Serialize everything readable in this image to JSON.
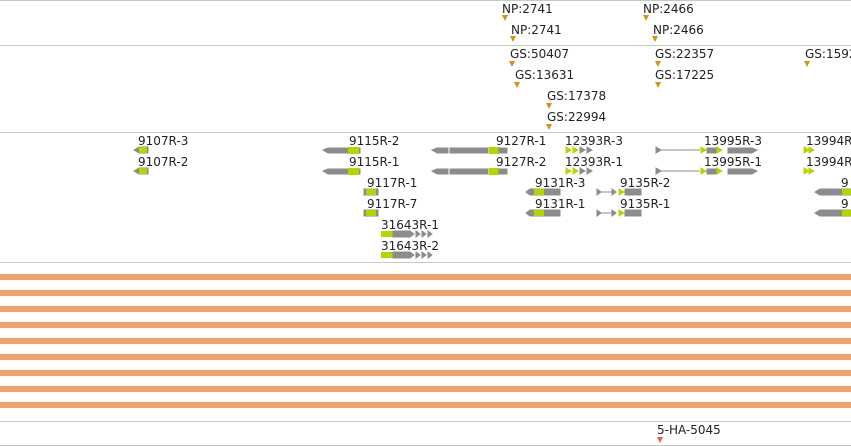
{
  "colors": {
    "separator": "#c8c8c8",
    "np_marker": "#d8901a",
    "gs_marker": "#d8901a",
    "gene_gray": "#8c8c8c",
    "gene_yellow": "#b8d400",
    "track_orange": "#f0a070",
    "ha_marker": "#e8603a"
  },
  "np_track": {
    "features": [
      {
        "label": "NP:2741"
      },
      {
        "label": "NP:2741"
      },
      {
        "label": "NP:2466"
      },
      {
        "label": "NP:2466"
      }
    ]
  },
  "gs_track": {
    "features": [
      {
        "label": "GS:50407"
      },
      {
        "label": "GS:13631"
      },
      {
        "label": "GS:17378"
      },
      {
        "label": "GS:22994"
      },
      {
        "label": "GS:22357"
      },
      {
        "label": "GS:17225"
      },
      {
        "label": "GS:1592"
      }
    ]
  },
  "gene_track": {
    "features": [
      {
        "label": "9107R-3"
      },
      {
        "label": "9107R-2"
      },
      {
        "label": "9115R-2"
      },
      {
        "label": "9115R-1"
      },
      {
        "label": "9117R-1"
      },
      {
        "label": "9117R-7"
      },
      {
        "label": "31643R-1"
      },
      {
        "label": "31643R-2"
      },
      {
        "label": "9127R-1"
      },
      {
        "label": "9127R-2"
      },
      {
        "label": "12393R-3"
      },
      {
        "label": "12393R-1"
      },
      {
        "label": "9131R-3"
      },
      {
        "label": "9131R-1"
      },
      {
        "label": "9135R-2"
      },
      {
        "label": "9135R-1"
      },
      {
        "label": "13995R-3"
      },
      {
        "label": "13995R-1"
      },
      {
        "label": "13994R"
      },
      {
        "label": "13994R"
      },
      {
        "label": "9"
      },
      {
        "label": "9"
      }
    ]
  },
  "orange_tracks": {
    "count": 9
  },
  "ha_track": {
    "features": [
      {
        "label": "5-HA-5045"
      }
    ]
  }
}
